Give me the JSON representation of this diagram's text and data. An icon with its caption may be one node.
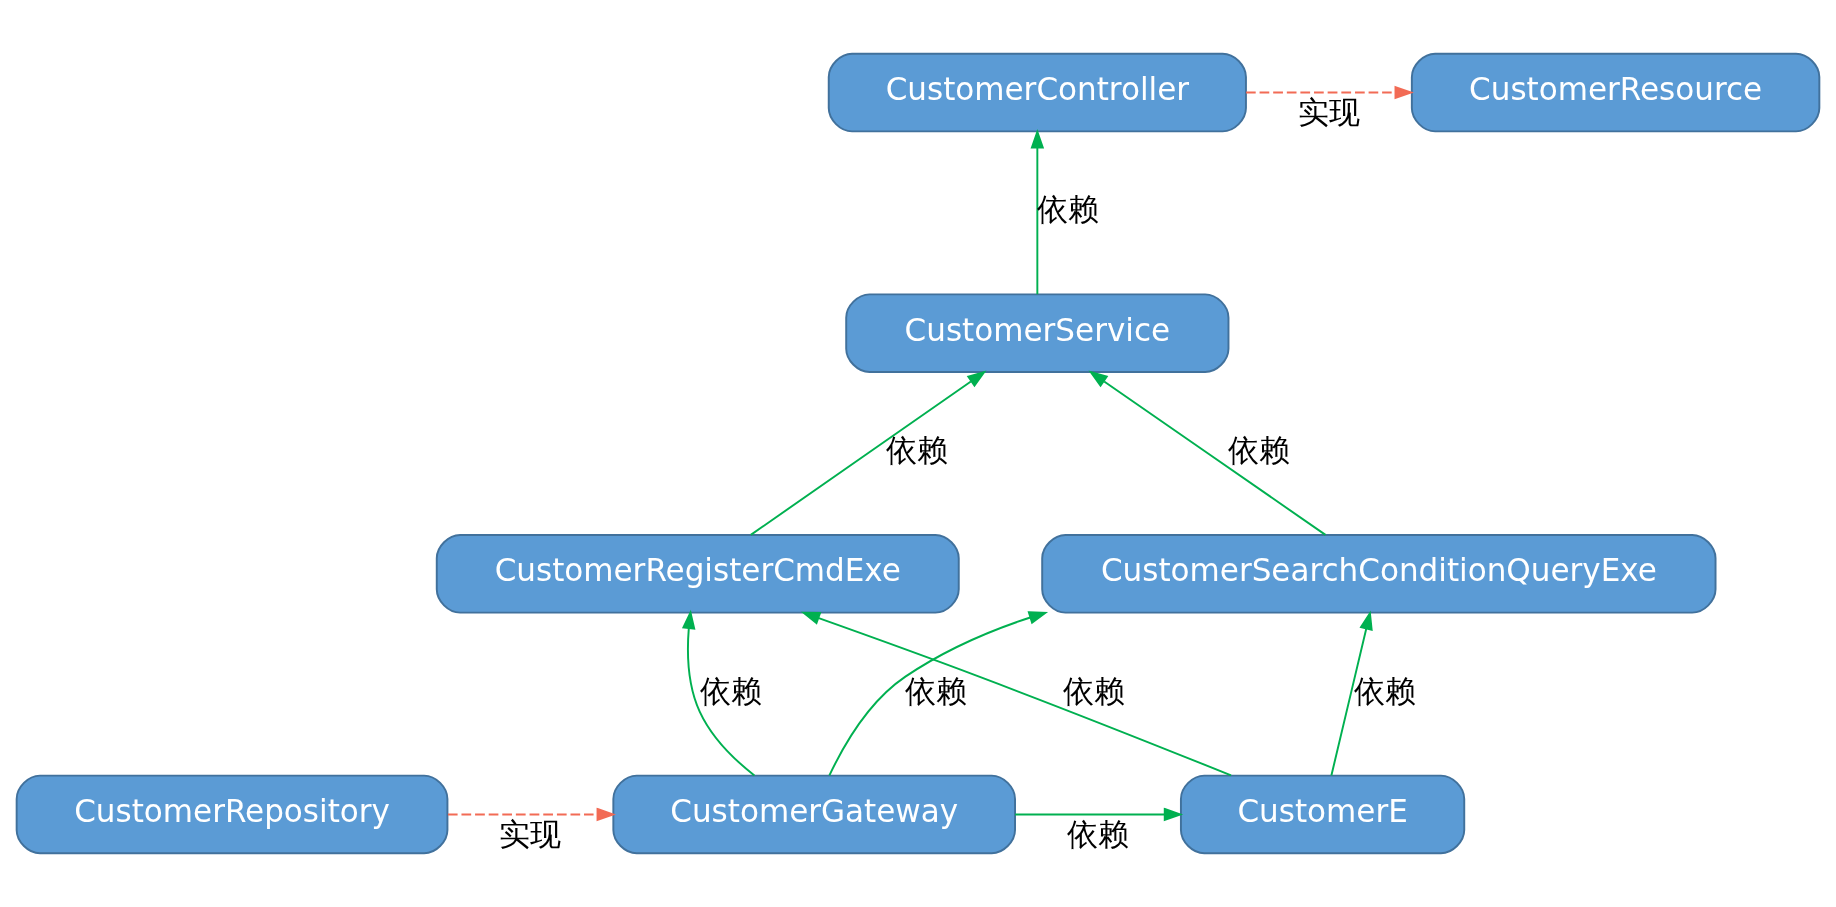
{
  "diagram": {
    "nodes": [
      {
        "text": [
          "CustomerController"
        ]
      },
      {
        "text": [
          "CustomerResource"
        ]
      },
      {
        "text": [
          "CustomerService"
        ]
      },
      {
        "text": [
          "CustomerRegisterCmdExe"
        ]
      },
      {
        "text": [
          "CustomerSearchConditionQueryExe"
        ]
      },
      {
        "text": [
          "CustomerE"
        ]
      },
      {
        "text": [
          "CustomerGateway"
        ]
      },
      {
        "text": [
          "CustomerRepository"
        ]
      }
    ],
    "edges": [
      {
        "from": 0,
        "to": 1,
        "arrow": "to",
        "label": "实现",
        "style": "dashed",
        "color": "#f26b55"
      },
      {
        "from": 2,
        "to": 0,
        "arrow": "to",
        "label": "依赖"
      },
      {
        "from": 3,
        "to": 2,
        "arrow": "to",
        "label": "依赖"
      },
      {
        "from": 4,
        "to": 2,
        "arrow": "to",
        "label": "依赖"
      },
      {
        "from": 5,
        "to": 3,
        "arrow": "to",
        "label": "依赖"
      },
      {
        "from": 6,
        "to": 3,
        "arrow": "to",
        "label": "依赖"
      },
      {
        "from": 5,
        "to": 4,
        "arrow": "to",
        "label": "依赖"
      },
      {
        "from": 6,
        "to": 4,
        "arrow": "to",
        "label": "依赖"
      },
      {
        "from": 6,
        "to": 5,
        "arrow": "to",
        "label": "依赖"
      },
      {
        "from": 7,
        "to": 6,
        "arrow": "to",
        "label": "实现",
        "style": "dashed",
        "color": "#f26b55"
      }
    ]
  }
}
